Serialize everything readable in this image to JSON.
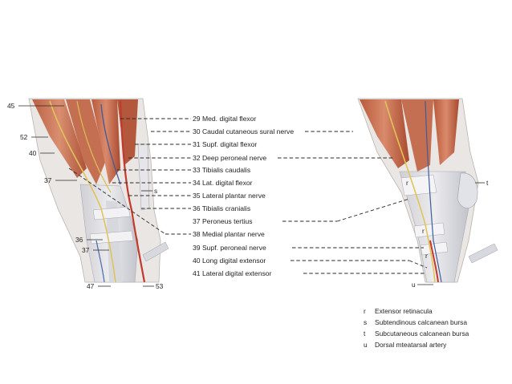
{
  "left_numbers": [
    "45",
    "52",
    "40",
    "37",
    "36",
    "37",
    "47",
    "53"
  ],
  "s_label": "s",
  "center_labels": [
    "29 Med. digital flexor",
    "30 Caudal cutaneous sural nerve",
    "31 Supf. digital flexor",
    "32 Deep peroneal nerve",
    "33 Tibialis caudalis",
    "34 Lat. digital flexor",
    "35 Lateral plantar nerve",
    "36 Tibialis cranialis",
    "37 Peroneus tertius",
    "38 Medial plantar nerve",
    "39 Supf. peroneal nerve",
    "40 Long digital extensor",
    "41 Lateral digital extensor"
  ],
  "right_letters": [
    "r",
    "t",
    "r",
    "r",
    "u"
  ],
  "legend": [
    {
      "key": "r",
      "text": "Extensor retinacula"
    },
    {
      "key": "s",
      "text": "Subtendinous calcanean bursa"
    },
    {
      "key": "t",
      "text": "Subcutaneous calcanean bursa"
    },
    {
      "key": "u",
      "text": "Dorsal mteatarsal artery"
    }
  ]
}
